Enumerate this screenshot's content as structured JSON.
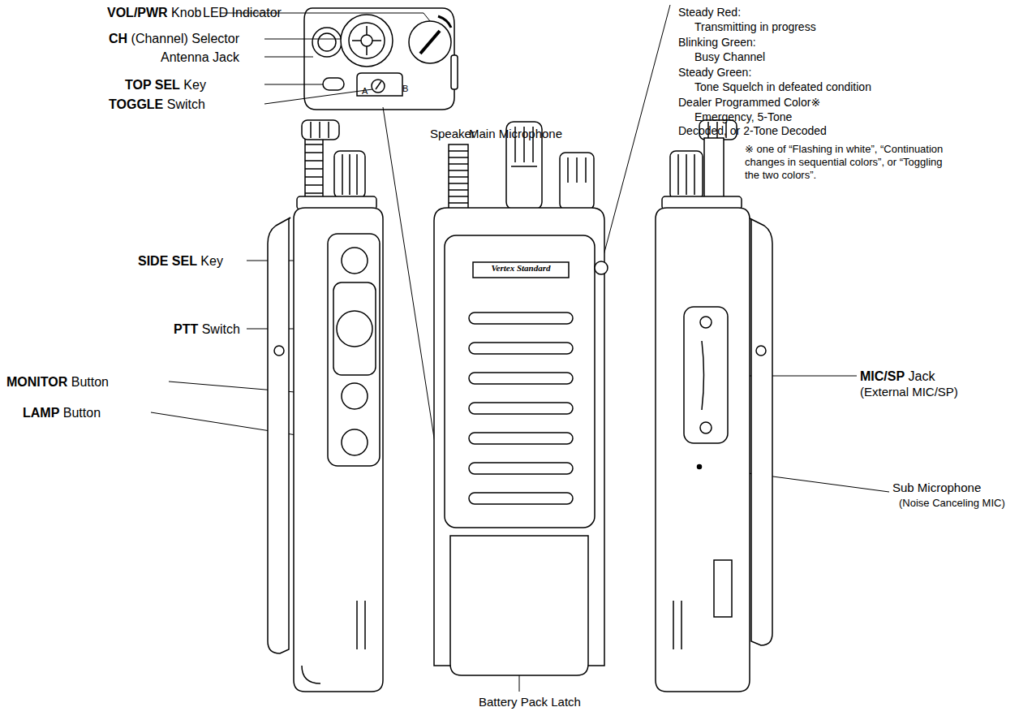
{
  "diagram": {
    "labels": [
      "VOL/PWR Knob",
      "LED Indicator",
      "CH (Channel) Selector",
      "Antenna Jack",
      "TOP SEL Key",
      "TOGGLE Switch",
      "A",
      "B",
      "Speaker",
      "Main Microphone",
      "Steady Red:",
      "Transmitting in progress",
      "Blinking Green:",
      "Busy Channel",
      "Steady Green:",
      "Tone Squelch in defeated condition",
      "Dealer Programmed Color※",
      "Emergency, 5-Tone Decoded, or 2-Tone Decoded",
      "※ one of “Flashing in white”, “Continuation changes in sequential colors”, or “Toggling the two colors”.",
      "SIDE SEL Key",
      "PTT Switch",
      "MONITOR Button",
      "LAMP Button",
      "Vertex Standard",
      "MIC/SP Jack",
      "(External MIC/SP)",
      "Sub Microphone",
      "(Noise Canceling MIC)",
      "Battery Pack Latch"
    ]
  }
}
